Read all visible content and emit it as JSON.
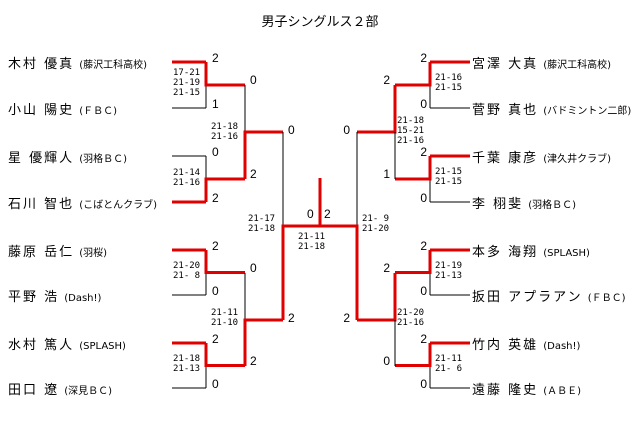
{
  "title": "男子シングルス２部",
  "players_left": [
    {
      "name": "木村 優真",
      "club": "(藤沢工科高校)"
    },
    {
      "name": "小山 陽史",
      "club": "(ＦＢＣ)"
    },
    {
      "name": "星 優輝人",
      "club": "(羽格ＢＣ)"
    },
    {
      "name": "石川 智也",
      "club": "(こばとんクラブ)"
    },
    {
      "name": "藤原 岳仁",
      "club": "(羽桜)"
    },
    {
      "name": "平野 浩",
      "club": "(Dash!)"
    },
    {
      "name": "水村 篤人",
      "club": "(SPLASH)"
    },
    {
      "name": "田口 遼",
      "club": "(深見ＢＣ)"
    }
  ],
  "players_right": [
    {
      "name": "宮澤 大真",
      "club": "(藤沢工科高校)"
    },
    {
      "name": "菅野 真也",
      "club": "(バドミントン二郎)"
    },
    {
      "name": "千葉 康彦",
      "club": "(津久井クラブ)"
    },
    {
      "name": "李 栩斐",
      "club": "(羽格ＢＣ)"
    },
    {
      "name": "本多 海翔",
      "club": "(SPLASH)"
    },
    {
      "name": "扳田 アプラアン",
      "club": "(ＦＢＣ)"
    },
    {
      "name": "竹内 英雄",
      "club": "(Dash!)"
    },
    {
      "name": "遠藤 隆史",
      "club": "(ＡＢＥ)"
    }
  ],
  "scores": {
    "l_r1": [
      "2",
      "1",
      "0",
      "2",
      "2",
      "0",
      "2",
      "0"
    ],
    "l_r2": [
      "0",
      "2",
      "0",
      "2"
    ],
    "l_r3": [
      "0",
      "2"
    ],
    "final": [
      "0",
      "2"
    ],
    "r_r3": [
      "0",
      "2"
    ],
    "r_r2": [
      "2",
      "1",
      "2",
      "0"
    ],
    "r_r1": [
      "2",
      "0",
      "2",
      "0",
      "2",
      "0",
      "2",
      "0"
    ]
  },
  "games": {
    "l_r1": [
      "17-21\n21-19\n21-15",
      "21-14\n21-16",
      "21-20\n21- 8",
      "21-18\n21-13"
    ],
    "l_r2": [
      "21-18\n21-16",
      "21-11\n21-10"
    ],
    "l_sf": "21-17\n21-18",
    "final": "21-11\n21-18",
    "r_sf": "21- 9\n21-20",
    "r_r2": [
      "21-18\n15-21\n21-16",
      "21-20\n21-16"
    ],
    "r_r1": [
      "21-16\n21-15",
      "21-15\n21-15",
      "21-19\n21-13",
      "21-11\n21- 6"
    ]
  }
}
